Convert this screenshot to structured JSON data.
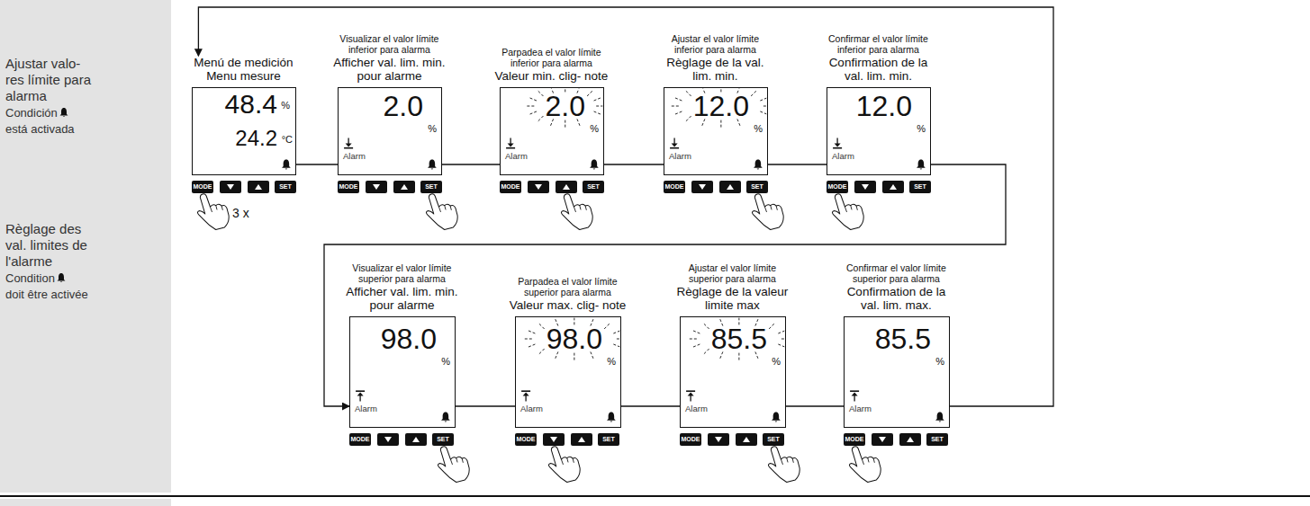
{
  "diagram": {
    "nodes": [
      {
        "text": [
          "Ajustar valo- res límite para alarma",
          "Condición",
          "está activada",
          "Règlage des val. limites de l'alarme",
          "Condition",
          "doit être activée"
        ]
      },
      {
        "text": [
          "Menú de medición",
          "Menu mesure",
          "48.4",
          "%",
          "24.2",
          "°C"
        ]
      },
      {
        "text": [
          "Visualizar el valor límite inferior para alarma",
          "Afficher val. lim. min. pour alarme",
          "2.0",
          "%",
          "Alarm"
        ]
      },
      {
        "text": [
          "Parpadea el valor límite inferior para alarma",
          "Valeur min. clig- note",
          "2.0",
          "%",
          "Alarm"
        ]
      },
      {
        "text": [
          "Ajustar el valor límite inferior para alarma",
          "Règlage de la val. lim. min.",
          "12.0",
          "%",
          "Alarm"
        ]
      },
      {
        "text": [
          "Confirmar el valor límite inferior para alarma",
          "Confirmation de la val. lim. min.",
          "12.0",
          "%",
          "Alarm"
        ]
      },
      {
        "text": [
          "Visualizar el valor límite superior para alarma",
          "Afficher val. lim. min. pour alarme",
          "98.0",
          "%",
          "Alarm"
        ]
      },
      {
        "text": [
          "Parpadea el valor límite superior para alarma",
          "Valeur max. clig- note",
          "98.0",
          "%",
          "Alarm"
        ]
      },
      {
        "text": [
          "Ajustar el valor límite superior para alarma",
          "Règlage de la valeur limite max",
          "85.5",
          "%",
          "Alarm"
        ]
      },
      {
        "text": [
          "Confirmar el valor límite superior para alarma",
          "Confirmation de la val. lim. max.",
          "85.5",
          "%",
          "Alarm"
        ]
      }
    ],
    "edges": [
      {
        "from": 1,
        "to": 2,
        "arrow": "none"
      },
      {
        "from": 2,
        "to": 3,
        "arrow": "none"
      },
      {
        "from": 3,
        "to": 4,
        "arrow": "none"
      },
      {
        "from": 4,
        "to": 5,
        "arrow": "none"
      },
      {
        "from": 5,
        "to": 6,
        "arrow": "to"
      },
      {
        "from": 6,
        "to": 7,
        "arrow": "none"
      },
      {
        "from": 7,
        "to": 8,
        "arrow": "none"
      },
      {
        "from": 8,
        "to": 9,
        "arrow": "none"
      },
      {
        "from": 9,
        "to": 1,
        "arrow": "to"
      }
    ],
    "labels": [
      "3 x",
      "MODE",
      "SET",
      "MODE",
      "SET",
      "MODE",
      "SET",
      "MODE",
      "SET",
      "MODE",
      "SET",
      "MODE",
      "SET",
      "MODE",
      "SET",
      "MODE",
      "SET",
      "MODE",
      "SET"
    ]
  }
}
